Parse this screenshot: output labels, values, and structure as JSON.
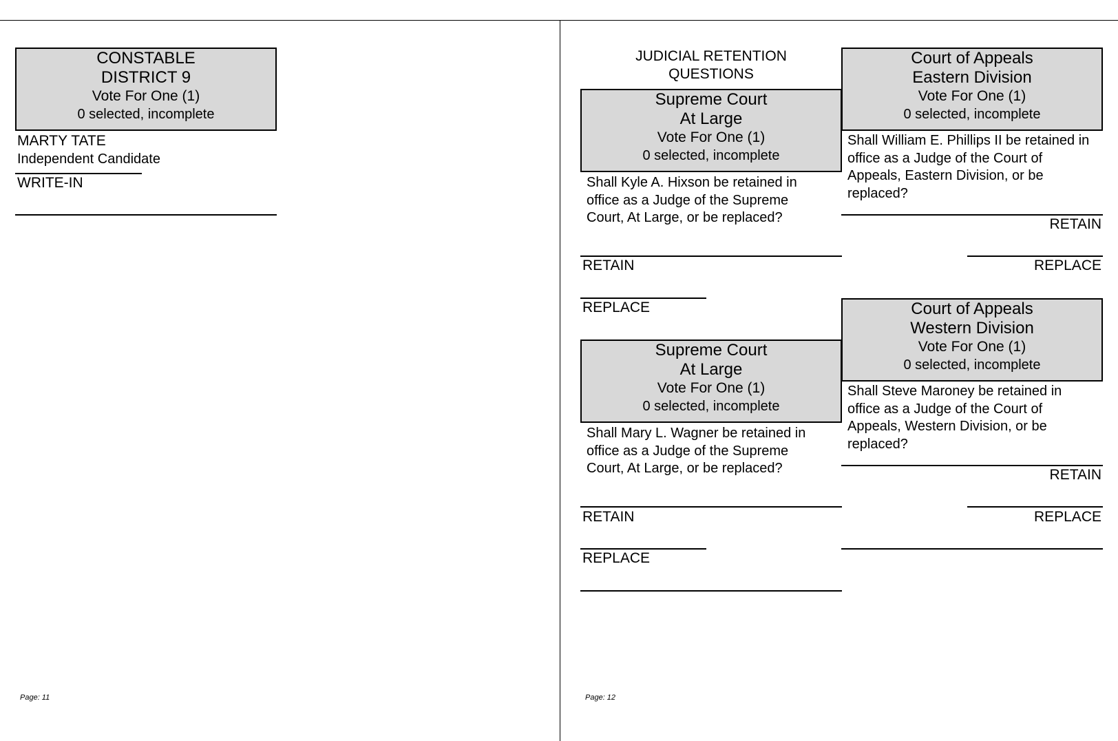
{
  "left_page": {
    "contest": {
      "title_line1": "CONSTABLE",
      "title_line2": "DISTRICT 9",
      "vote_for": "Vote For One (1)",
      "status": "0 selected, incomplete"
    },
    "candidates": [
      {
        "name": "MARTY TATE",
        "party": "Independent Candidate"
      }
    ],
    "write_in_label": "WRITE-IN",
    "page_label": "Page: 11"
  },
  "right_page": {
    "section_title_line1": "JUDICIAL RETENTION",
    "section_title_line2": "QUESTIONS",
    "questions": [
      {
        "title_line1": "Supreme Court",
        "title_line2": "At Large",
        "vote_for": "Vote For One (1)",
        "status": "0 selected, incomplete",
        "question": "Shall Kyle A. Hixson be retained in office as a Judge of the Supreme Court, At Large, or be replaced?",
        "options": [
          "RETAIN",
          "REPLACE"
        ]
      },
      {
        "title_line1": "Supreme Court",
        "title_line2": "At Large",
        "vote_for": "Vote For One (1)",
        "status": "0 selected, incomplete",
        "question": "Shall Mary L. Wagner be retained in office as a Judge of the Supreme Court, At Large, or be replaced?",
        "options": [
          "RETAIN",
          "REPLACE"
        ]
      },
      {
        "title_line1": "Court of Appeals",
        "title_line2": "Eastern Division",
        "vote_for": "Vote For One (1)",
        "status": "0 selected, incomplete",
        "question": "Shall William E. Phillips II be retained in office as a Judge of the Court of Appeals, Eastern Division, or be replaced?",
        "options": [
          "RETAIN",
          "REPLACE"
        ]
      },
      {
        "title_line1": "Court of Appeals",
        "title_line2": "Western Division",
        "vote_for": "Vote For One (1)",
        "status": "0 selected, incomplete",
        "question": "Shall Steve Maroney be retained in office as a Judge of the Court of Appeals, Western Division, or be replaced?",
        "options": [
          "RETAIN",
          "REPLACE"
        ]
      }
    ],
    "page_label": "Page: 12"
  }
}
